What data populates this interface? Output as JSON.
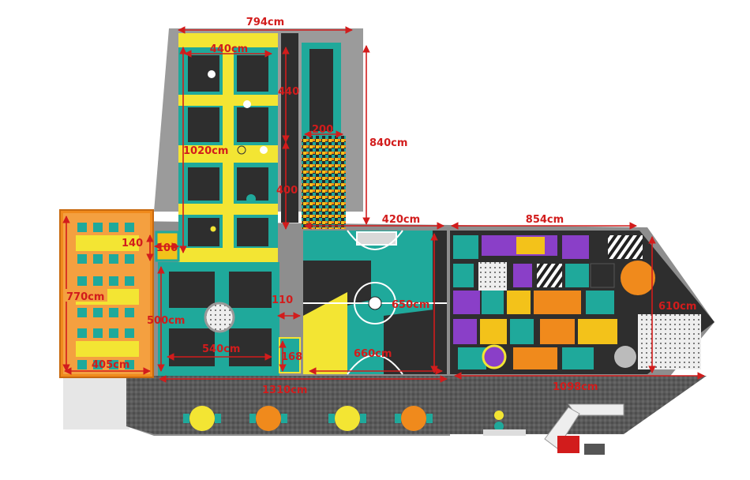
{
  "dimensions": {
    "top_width": "794cm",
    "trampoline_width": "440cm",
    "lane_length": "440",
    "trampoline_length": "1020cm",
    "ballpit_width": "200",
    "ballpit_length": "400",
    "tower_height": "840cm",
    "court_width": "420cm",
    "softplay_width": "854cm",
    "step_height": "140",
    "step_width": "100",
    "party_length": "770cm",
    "party_width": "405cm",
    "dodge_length": "500cm",
    "dodge_width": "540cm",
    "gap_width": "110",
    "small_gap": "168",
    "court_length": "660cm",
    "court_side": "650cm",
    "softplay_side": "610cm",
    "total_width": "1310cm",
    "softplay_bottom": "1098cm"
  },
  "colors": {
    "accent_red": "#d21c1c",
    "teal": "#1fa99b",
    "yellow": "#f3e533",
    "dark": "#2e2e2e",
    "orange": "#f08a1c",
    "purple": "#8a3fc8"
  }
}
